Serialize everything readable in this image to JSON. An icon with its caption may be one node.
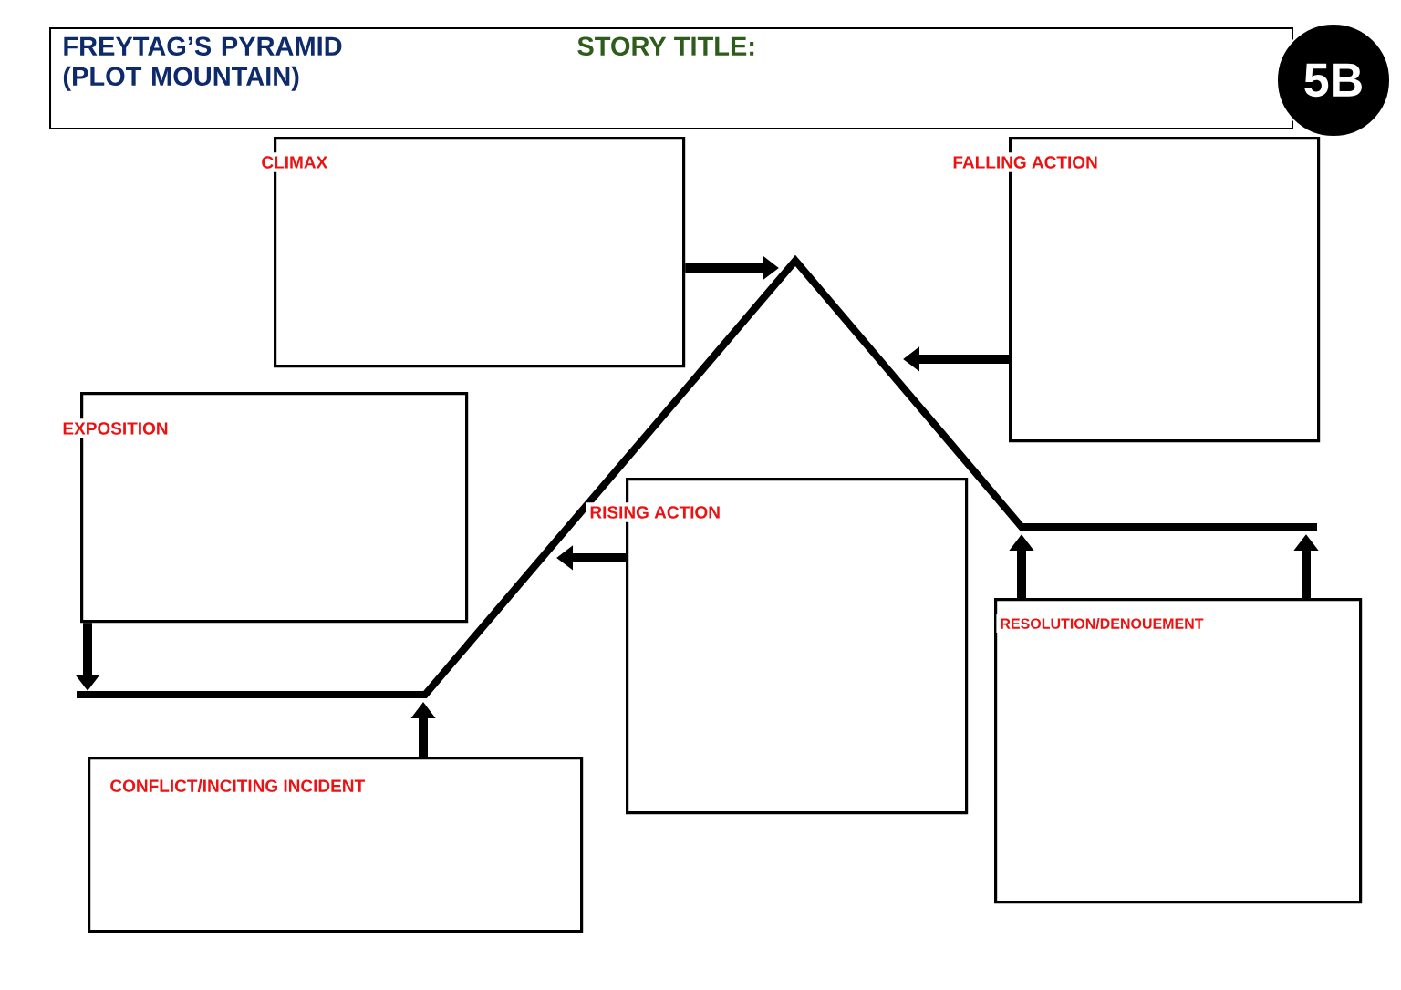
{
  "diagram": {
    "nodes": [
      {
        "text": [
          "FREYTAG’S PYRAMID (PLOT MOUNTAIN)",
          "STORY TITLE:"
        ]
      },
      {
        "text": [
          "5B"
        ]
      },
      {
        "text": [
          "CLIMAX"
        ]
      },
      {
        "text": [
          "FALLING ACTION"
        ]
      },
      {
        "text": [
          "EXPOSITION"
        ]
      },
      {
        "text": [
          "RISING ACTION"
        ]
      },
      {
        "text": [
          "RESOLUTION/DENOUEMENT"
        ]
      },
      {
        "text": [
          "CONFLICT/INCITING INCIDENT"
        ]
      }
    ],
    "edges": [
      {
        "from": 2,
        "to": null,
        "arrow": "to"
      },
      {
        "from": 3,
        "to": null,
        "arrow": "to"
      },
      {
        "from": 4,
        "to": null,
        "arrow": "to"
      },
      {
        "from": 5,
        "to": null,
        "arrow": "to"
      },
      {
        "from": 7,
        "to": null,
        "arrow": "to"
      },
      {
        "from": 6,
        "to": null,
        "arrow": "to"
      },
      {
        "from": 6,
        "to": null,
        "arrow": "to"
      }
    ]
  }
}
